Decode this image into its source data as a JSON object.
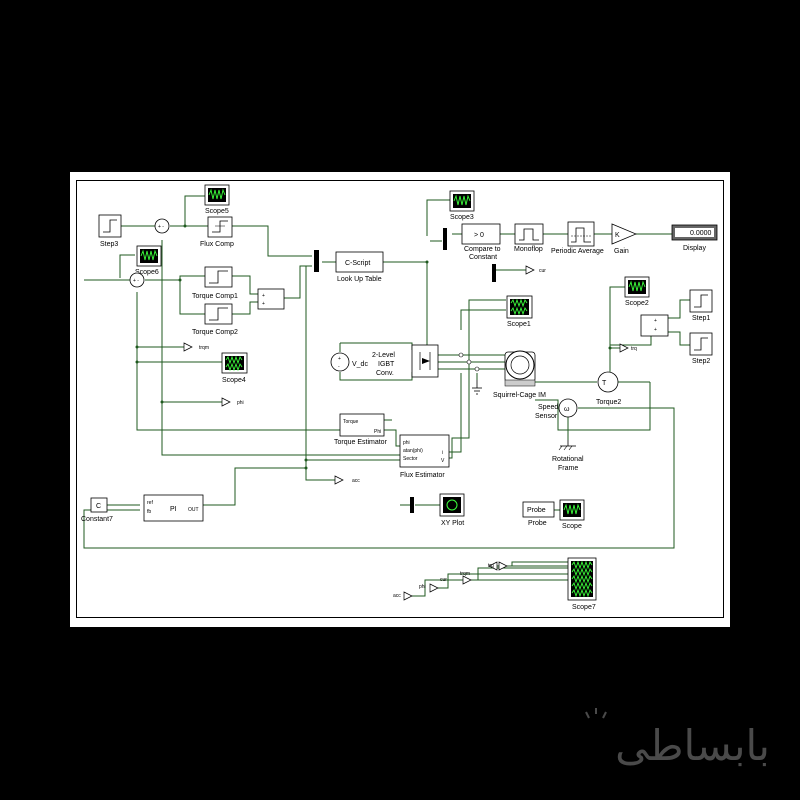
{
  "blocks": {
    "step3": "Step3",
    "scope5": "Scope5",
    "flux_comp": "Flux Comp",
    "scope6": "Scope6",
    "torque_comp1": "Torque Comp1",
    "torque_comp2": "Torque Comp2",
    "c_script": "C-Script",
    "look_up_table": "Look Up Table",
    "scope3": "Scope3",
    "compare_value": "> 0",
    "compare_to_constant": "Compare to\nConstant",
    "monoflop": "Monoflop",
    "periodic_average": "Periodic Average",
    "gain_symbol": "K",
    "gain": "Gain",
    "display_value": "0.0000",
    "display": "Display",
    "tag_cur": "cur",
    "scope1": "Scope1",
    "scope2": "Scope2",
    "step1": "Step1",
    "step2": "Step2",
    "tag_trq": "trq",
    "tag_trqm": "trqm",
    "scope4": "Scope4",
    "tag_phi": "phi",
    "v_dc": "V_dc",
    "converter": "2-Level\nIGBT\nConv.",
    "machine": "Squirrel-Cage IM",
    "torque2": "Torque2",
    "speed_sensor": "Speed\nSensor",
    "rotational_frame": "Rotational\nFrame",
    "torque_estimator": "Torque Estimator",
    "te_port_torque": "Torque",
    "te_port_phi": "Phi",
    "flux_estimator": "Flux Estimator",
    "fe_port_phi": "phi",
    "fe_port_atan": "atan(phi)",
    "fe_port_sector": "Sector",
    "fe_port_i": "i",
    "fe_port_v": "V",
    "tag_acc": "acc",
    "constant_symbol": "C",
    "constant7": "Constant7",
    "pi_label": "PI",
    "pi_out": "OUT",
    "pi_fb": "fb",
    "pi_ref": "ref",
    "xy_plot": "XY Plot",
    "probe_box": "Probe",
    "probe": "Probe",
    "scope": "Scope",
    "scope7": "Scope7"
  },
  "watermark": "بابساطی"
}
